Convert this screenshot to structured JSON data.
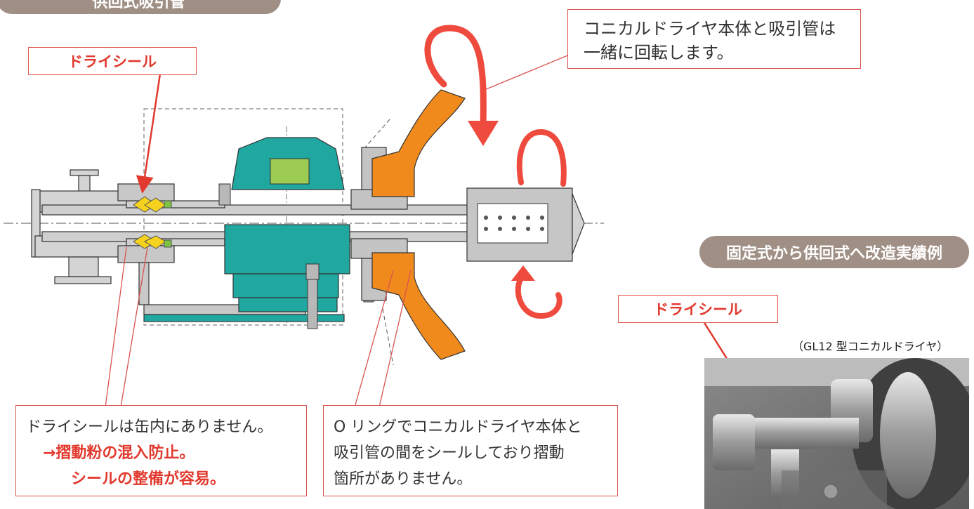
{
  "header_pill": "供回式吸引管",
  "dry_seal_label": "ドライシール",
  "rotate_note": {
    "line1": "コニカルドライヤ本体と吸引管は",
    "line2": "一緒に回転します。"
  },
  "seal_note": {
    "line1": "ドライシールは缶内にありません。",
    "line2": "→摺動粉の混入防止。",
    "line3": "シールの整備が容易。"
  },
  "oring_note": {
    "line1": "O リングでコニカルドライヤ本体と",
    "line2": "吸引管の間をシールしており摺動",
    "line3": "箇所がありません。"
  },
  "retrofit_pill": "固定式から供回式へ改造実績例",
  "photo_seal_label": "ドライシール",
  "photo_caption": "（GL12 型コニカルドライヤ）",
  "colors": {
    "accent_red": "#e2392e",
    "pill_bg": "#a08f85",
    "teal": "#1fa7a0",
    "orange": "#f08a1c",
    "rotation_arrow": "#ee4b3e"
  }
}
